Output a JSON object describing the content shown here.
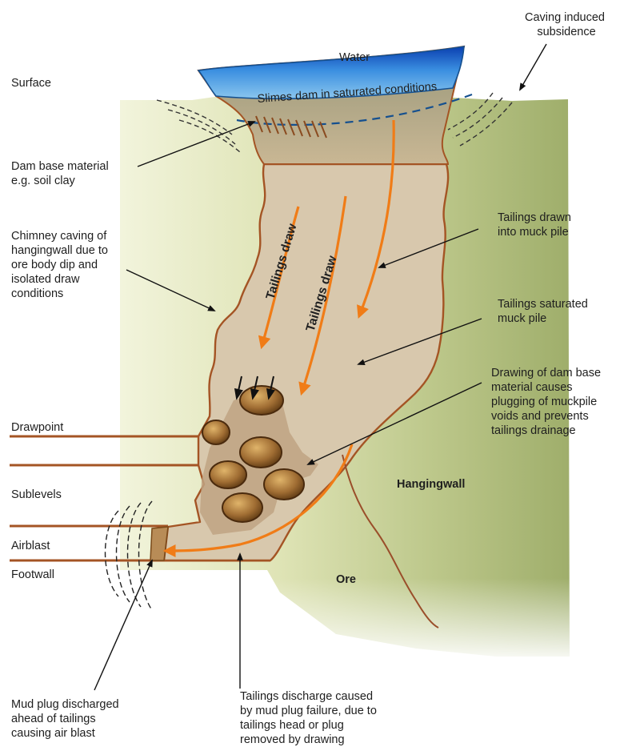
{
  "labels": {
    "water": "Water",
    "caving_subsidence": [
      "Caving induced",
      "subsidence"
    ],
    "surface": "Surface",
    "slimes_dam": "Slimes dam in saturated conditions",
    "dam_base": [
      "Dam base material",
      "e.g. soil clay"
    ],
    "chimney": [
      "Chimney caving of",
      "hangingwall due to",
      "ore body dip and",
      "isolated draw",
      "conditions"
    ],
    "tailings_drawn": [
      "Tailings drawn",
      "into muck pile"
    ],
    "tailings_saturated": [
      "Tailings saturated",
      "muck pile"
    ],
    "drawing_dam_base": [
      "Drawing of dam base",
      "material causes",
      "plugging of muckpile",
      "voids and prevents",
      "tailings drainage"
    ],
    "tailings_draw": "Tailings draw",
    "drawpoint": "Drawpoint",
    "sublevels": "Sublevels",
    "airblast": "Airblast",
    "footwall": "Footwall",
    "hangingwall": "Hangingwall",
    "ore": "Ore",
    "mud_plug": [
      "Mud plug discharged",
      "ahead of tailings",
      "causing air blast"
    ],
    "tailings_discharge": [
      "Tailings discharge caused",
      "by mud plug failure, due to",
      "tailings head or plug",
      "removed by drawing"
    ]
  },
  "colors": {
    "ground_light": "#eef0d2",
    "ground_dark": "#a7b574",
    "chimney_fill": "#d8c8ad",
    "chimney_edge": "#a45424",
    "water_blue": "#1e6fd0",
    "dam_fill": "#a89a76",
    "arrow_orange": "#f07c17",
    "rock_fill": "#a06d33",
    "rock_edge": "#4a2a0d",
    "level_line": "#a45424"
  }
}
